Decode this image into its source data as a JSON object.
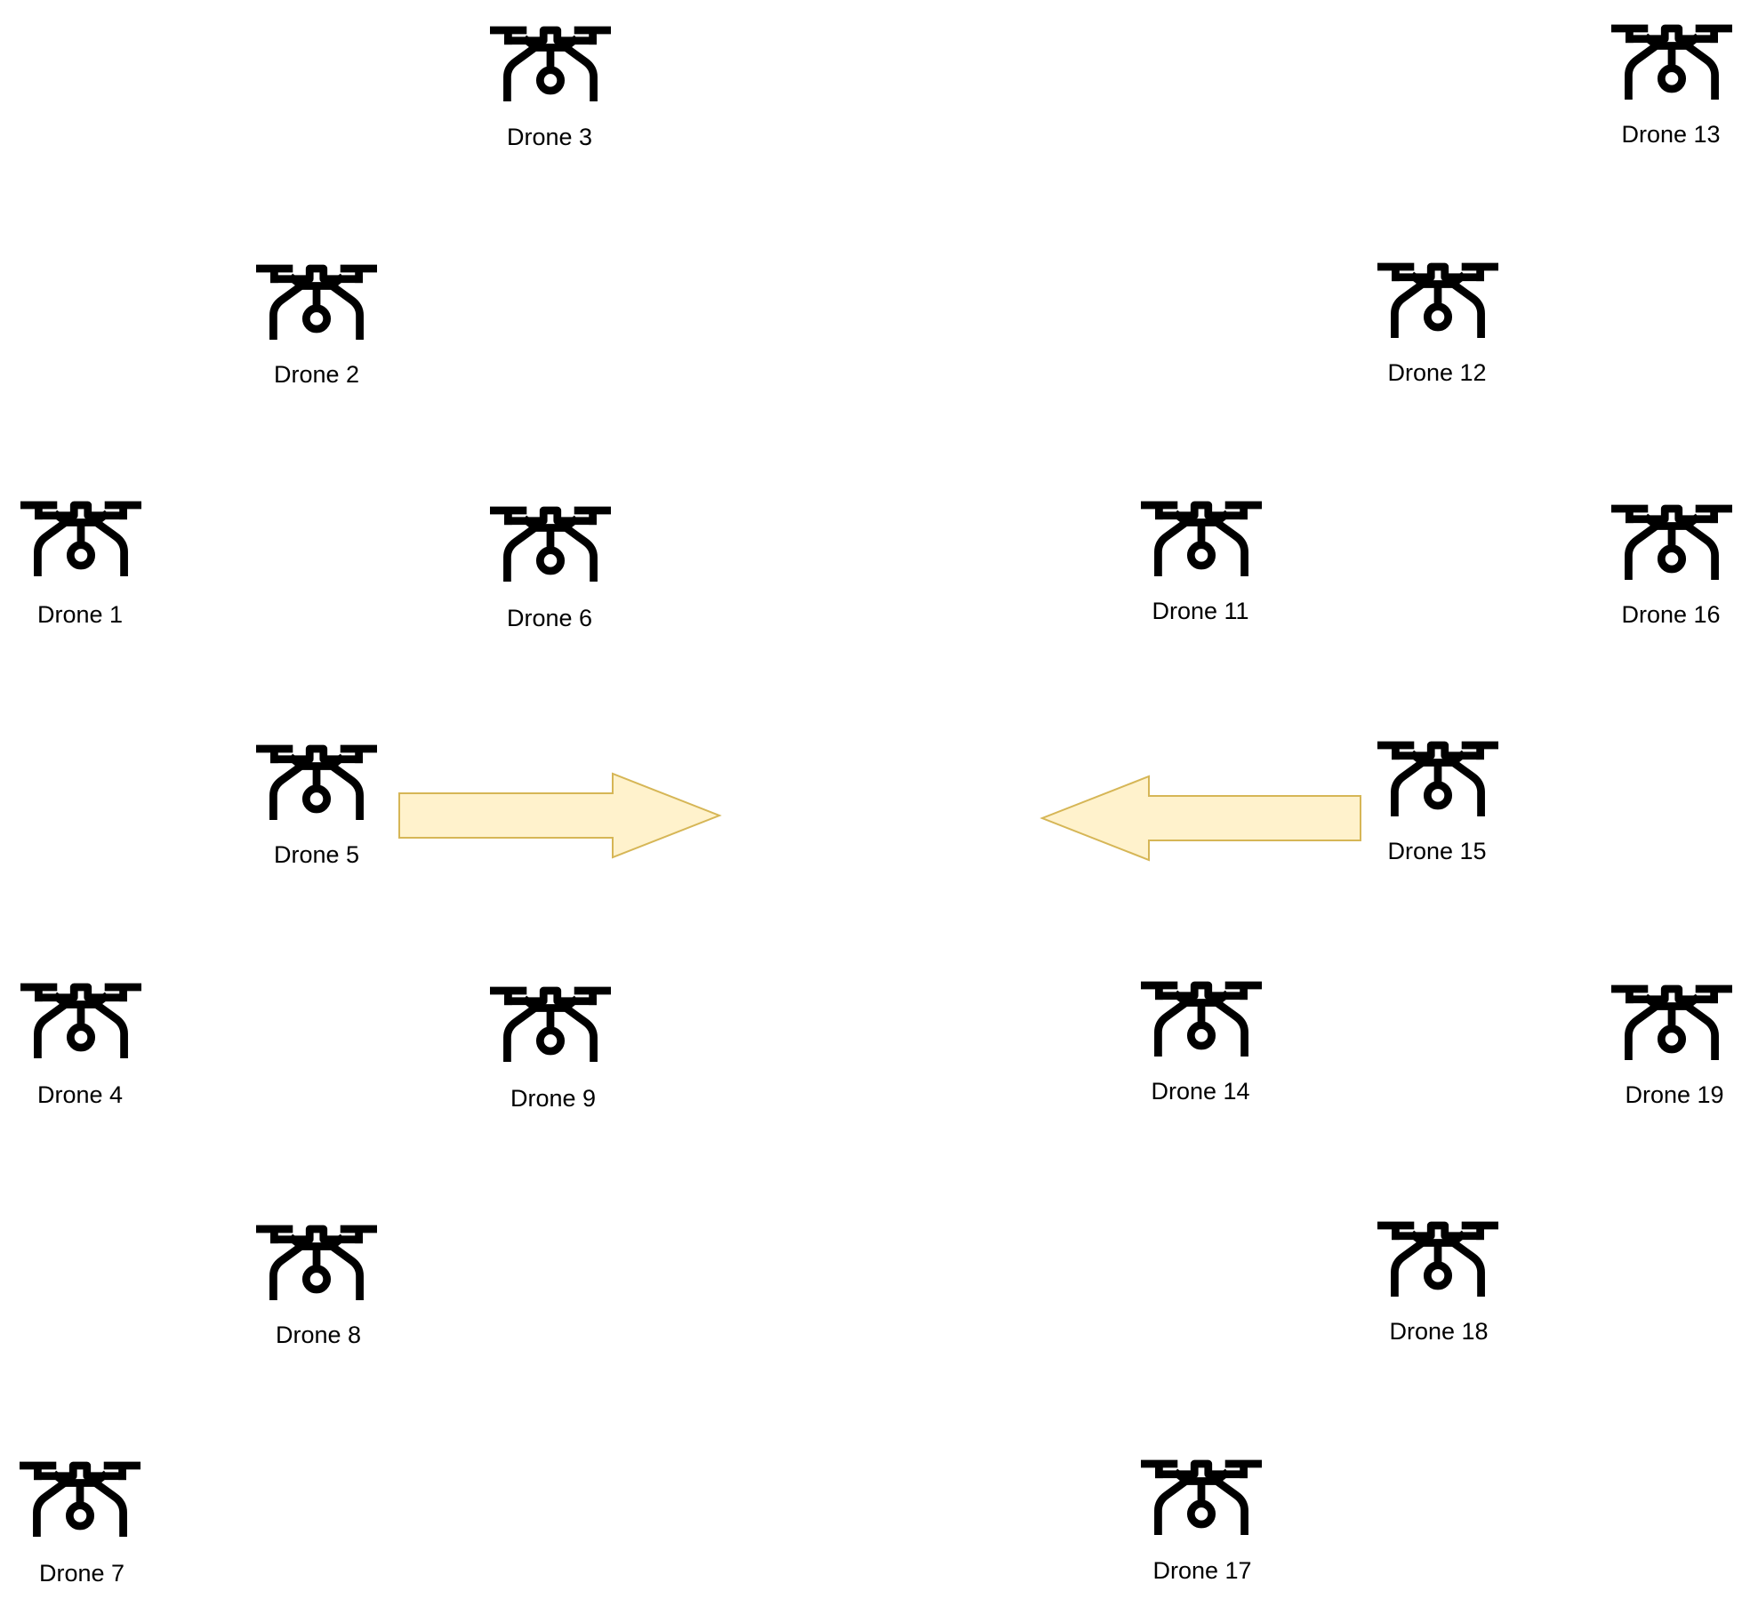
{
  "diagram": {
    "drones": [
      {
        "id": "drone-1",
        "label": "Drone 1"
      },
      {
        "id": "drone-2",
        "label": "Drone 2"
      },
      {
        "id": "drone-3",
        "label": "Drone 3"
      },
      {
        "id": "drone-4",
        "label": "Drone 4"
      },
      {
        "id": "drone-5",
        "label": "Drone 5"
      },
      {
        "id": "drone-6",
        "label": "Drone 6"
      },
      {
        "id": "drone-7",
        "label": "Drone 7"
      },
      {
        "id": "drone-8",
        "label": "Drone 8"
      },
      {
        "id": "drone-9",
        "label": "Drone 9"
      },
      {
        "id": "drone-11",
        "label": "Drone 11"
      },
      {
        "id": "drone-12",
        "label": "Drone 12"
      },
      {
        "id": "drone-13",
        "label": "Drone 13"
      },
      {
        "id": "drone-14",
        "label": "Drone 14"
      },
      {
        "id": "drone-15",
        "label": "Drone 15"
      },
      {
        "id": "drone-16",
        "label": "Drone 16"
      },
      {
        "id": "drone-17",
        "label": "Drone 17"
      },
      {
        "id": "drone-18",
        "label": "Drone 18"
      },
      {
        "id": "drone-19",
        "label": "Drone 19"
      }
    ],
    "arrows": [
      {
        "id": "arrow-right",
        "direction": "right",
        "fill": "#FFF2CC",
        "stroke": "#D6B656"
      },
      {
        "id": "arrow-left",
        "direction": "left",
        "fill": "#FFF2CC",
        "stroke": "#D6B656"
      }
    ],
    "icon_name": "drone-icon",
    "icon_color": "#000000"
  }
}
